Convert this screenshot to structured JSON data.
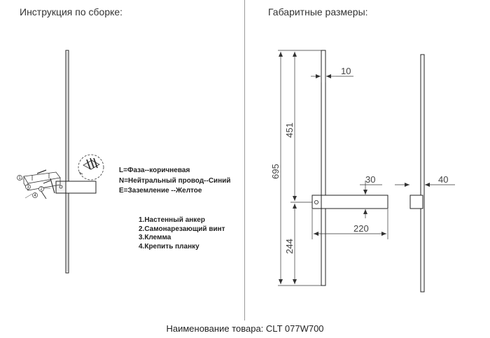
{
  "assembly_heading": "Инструкция по сборке:",
  "dimensions_heading": "Габаритные размеры:",
  "wiring_legend": [
    "L=Фаза--коричневая",
    "N=Нейтральный провод--Синий",
    "E=Заземление --Желтое"
  ],
  "assembly_steps": [
    "1.Настенный анкер",
    "2.Самонарезающий винт",
    "3.Клемма",
    "4.Крепить планку"
  ],
  "dimension_labels": {
    "thickness": "10",
    "upper_length": "451",
    "total_height": "695",
    "lower_length": "244",
    "arm_height": "30",
    "arm_length": "220",
    "side_depth": "40"
  },
  "part_callouts": [
    "1",
    "2",
    "3",
    "4"
  ],
  "footer": "Наименование товара: CLT 077W700"
}
